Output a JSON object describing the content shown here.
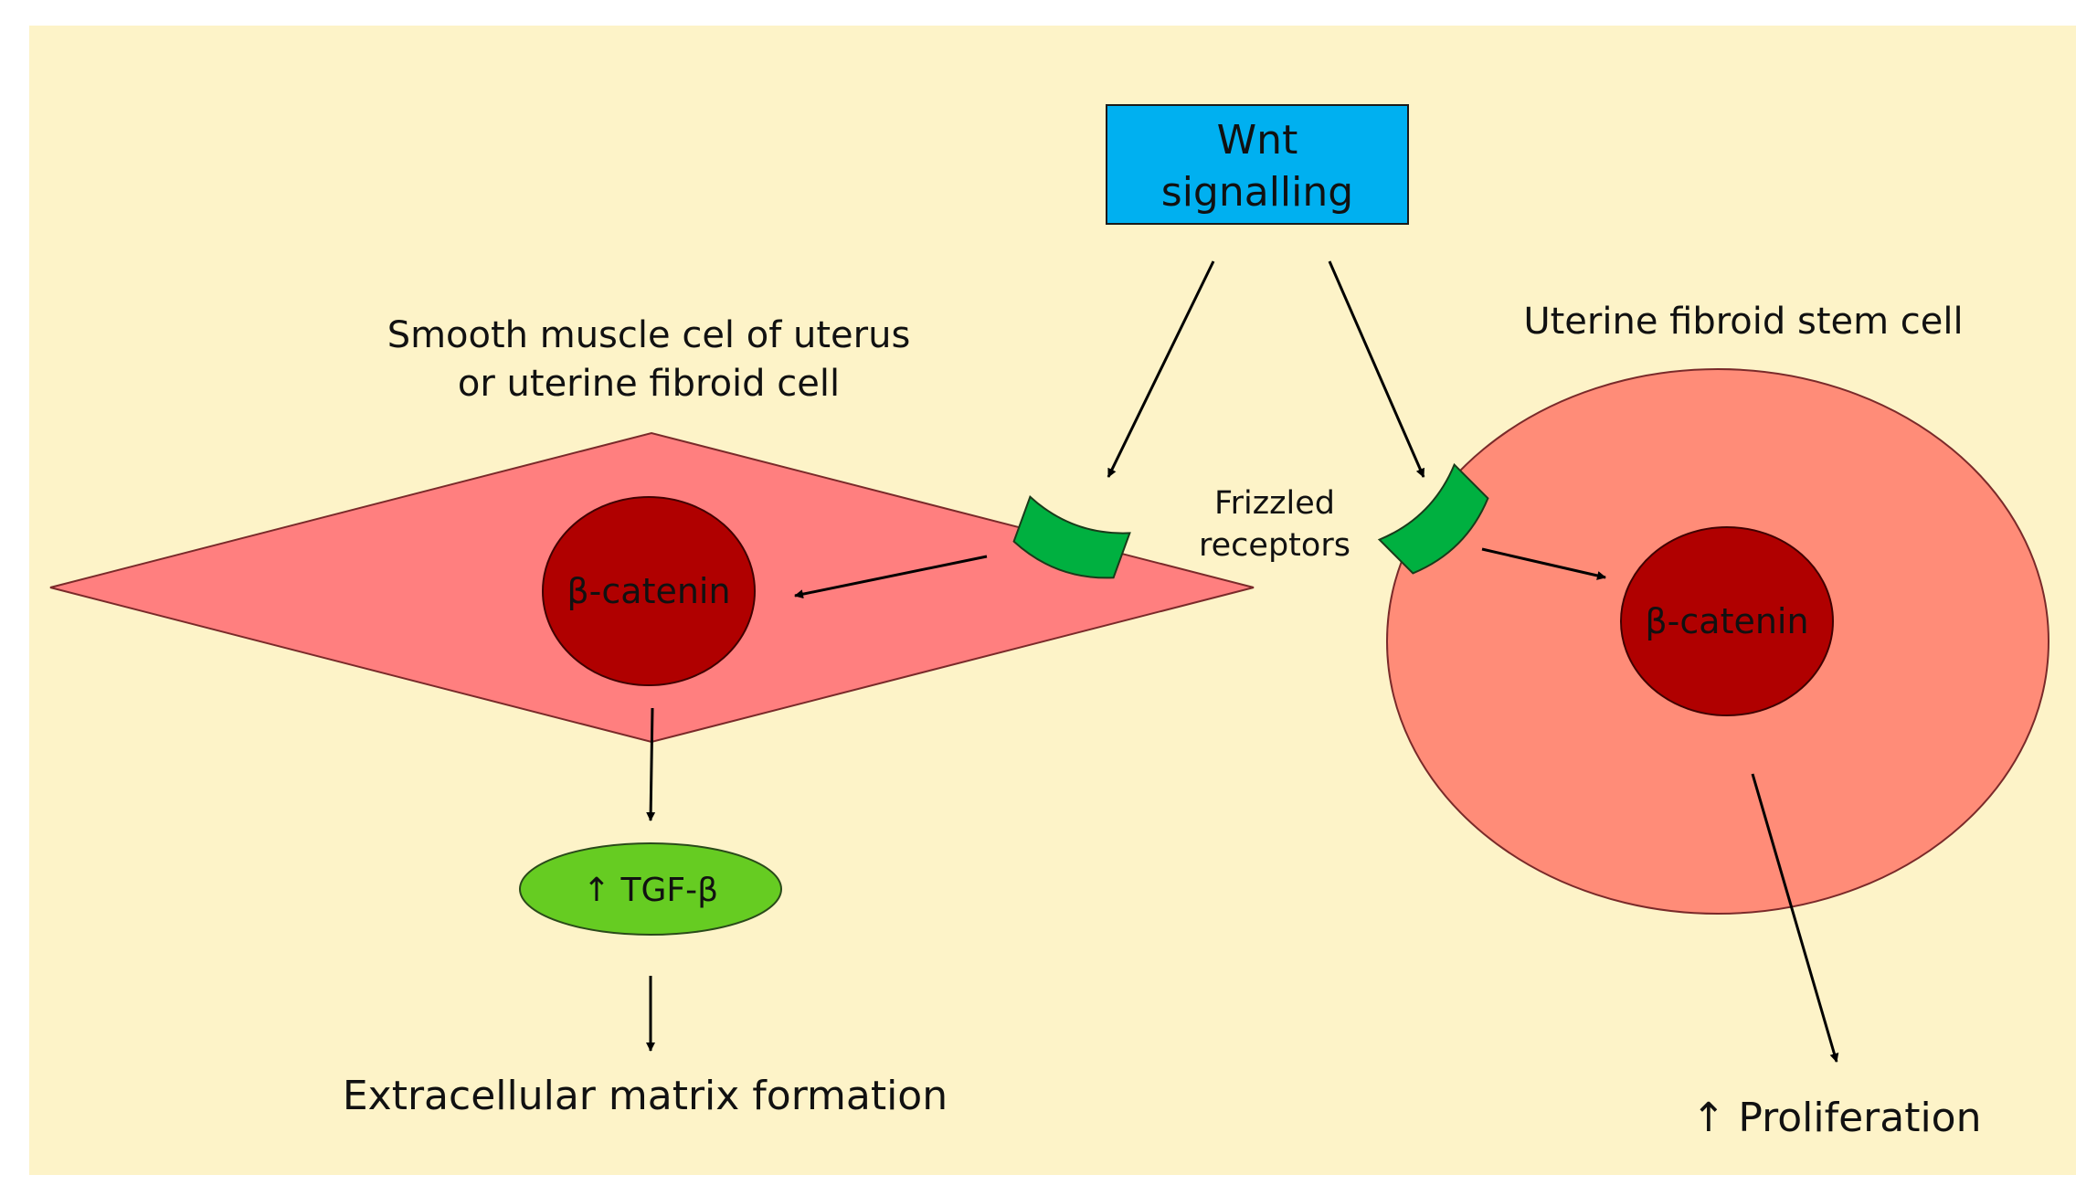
{
  "diagram": {
    "wnt_box": {
      "line1": "Wnt",
      "line2": "signalling"
    },
    "smooth_cell_title": {
      "line1": "Smooth muscle cel of uterus",
      "line2": "or uterine fibroid cell"
    },
    "stem_cell_title": "Uterine fibroid stem cell",
    "receptors_label": {
      "line1": "Frizzled",
      "line2": "receptors"
    },
    "nucleus_left": "β-catenin",
    "nucleus_right": "β-catenin",
    "tgf_label": "↑ TGF-β",
    "ecm_label": "Extracellular matrix formation",
    "proliferation_label": "↑  Proliferation"
  },
  "colors": {
    "background": "#fdf3c8",
    "wnt_box": "#00b0f0",
    "smooth_cell": "#ff7f7f",
    "stem_cell": "#ff8c78",
    "nucleus": "#b00000",
    "receptor": "#00b040",
    "tgf_ellipse": "#66cc22"
  }
}
